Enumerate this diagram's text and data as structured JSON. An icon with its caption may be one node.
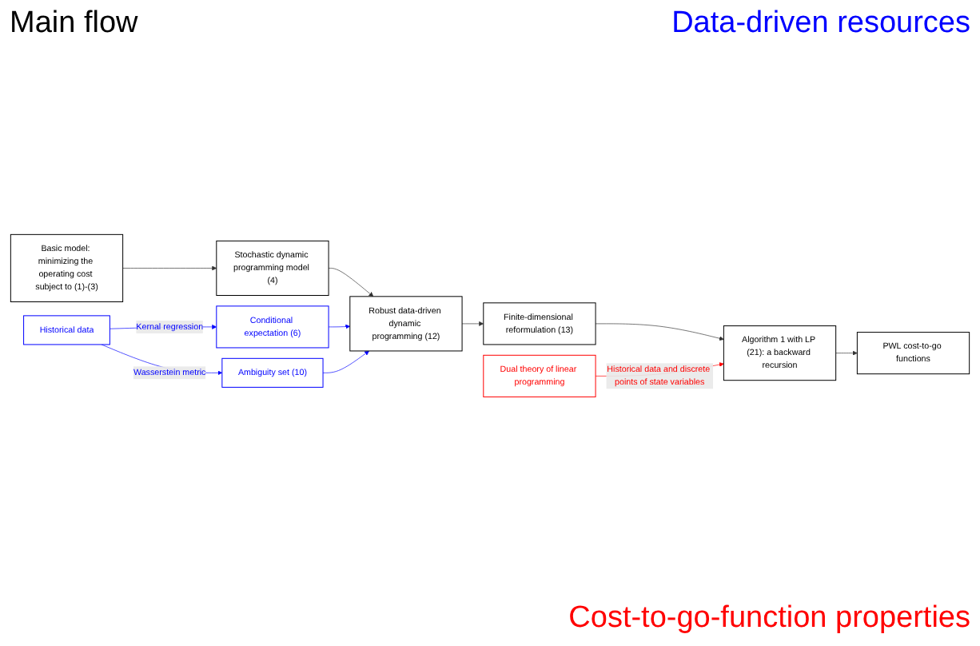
{
  "diagram": {
    "nodes": [
      {
        "text": [
          "Basic model: minimizing the operating cost subject to (1)-(3)"
        ]
      },
      {
        "text": [
          "Stochastic dynamic programming model (4)"
        ]
      },
      {
        "text": [
          "Conditional expectation (6)"
        ]
      },
      {
        "text": [
          "Ambiguity set (10)"
        ]
      },
      {
        "text": [
          "Historical data"
        ]
      },
      {
        "text": [
          "Finite-dimensional reformulation (13)"
        ]
      },
      {
        "text": [
          "Robust data-driven dynamic programming (12)"
        ]
      },
      {
        "text": [
          "Dual theory of linear programming"
        ]
      },
      {
        "text": [
          "Algorithm 1 with LP (21): a backward recursion"
        ]
      },
      {
        "text": [
          "PWL cost-to-go functions"
        ]
      }
    ],
    "edges": [
      {
        "from": 0,
        "to": 1,
        "arrow": "to"
      },
      {
        "from": 1,
        "to": 6,
        "arrow": "to"
      },
      {
        "from": 2,
        "to": 6,
        "arrow": "to",
        "color": "#0000ff"
      },
      {
        "from": 3,
        "to": 6,
        "arrow": "to",
        "color": "#0000ff"
      },
      {
        "from": 4,
        "to": 2,
        "arrow": "to",
        "label": "Kernal regression",
        "color": "#0000ff"
      },
      {
        "from": 4,
        "to": 3,
        "arrow": "to",
        "label": "Wasserstein metric",
        "color": "#0000ff"
      },
      {
        "from": 6,
        "to": 5,
        "arrow": "to"
      },
      {
        "from": 5,
        "to": 8,
        "arrow": "to"
      },
      {
        "from": 7,
        "to": 8,
        "arrow": "to",
        "label": "Historical data and discrete points of state variables",
        "color": "#ff0000"
      },
      {
        "from": 8,
        "to": 9,
        "arrow": "to"
      }
    ],
    "labels": [
      "Main flow",
      "Data-driven resources",
      "Cost-to-go-function properties"
    ]
  }
}
